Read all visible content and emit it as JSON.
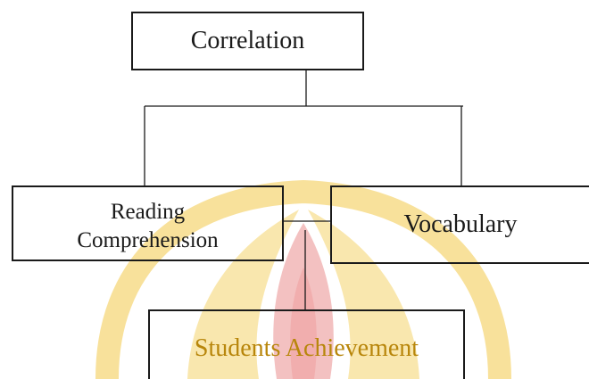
{
  "diagram": {
    "nodes": {
      "correlation": {
        "label": "Correlation"
      },
      "reading": {
        "label_line1": "Reading",
        "label_line2": "Comprehension"
      },
      "vocabulary": {
        "label": "Vocabulary"
      },
      "students": {
        "label": "Students Achievement"
      }
    },
    "edges": [
      {
        "from": "correlation",
        "to": "reading"
      },
      {
        "from": "correlation",
        "to": "vocabulary"
      },
      {
        "from": "reading",
        "to": "students"
      },
      {
        "from": "vocabulary",
        "to": "students"
      }
    ],
    "colors": {
      "line": "#1a1a1a",
      "watermark_yellow": "#f7dc8a",
      "watermark_red": "#f2b7b7",
      "students_text": "#b8860b"
    },
    "watermark": "university-logo-watermark"
  }
}
